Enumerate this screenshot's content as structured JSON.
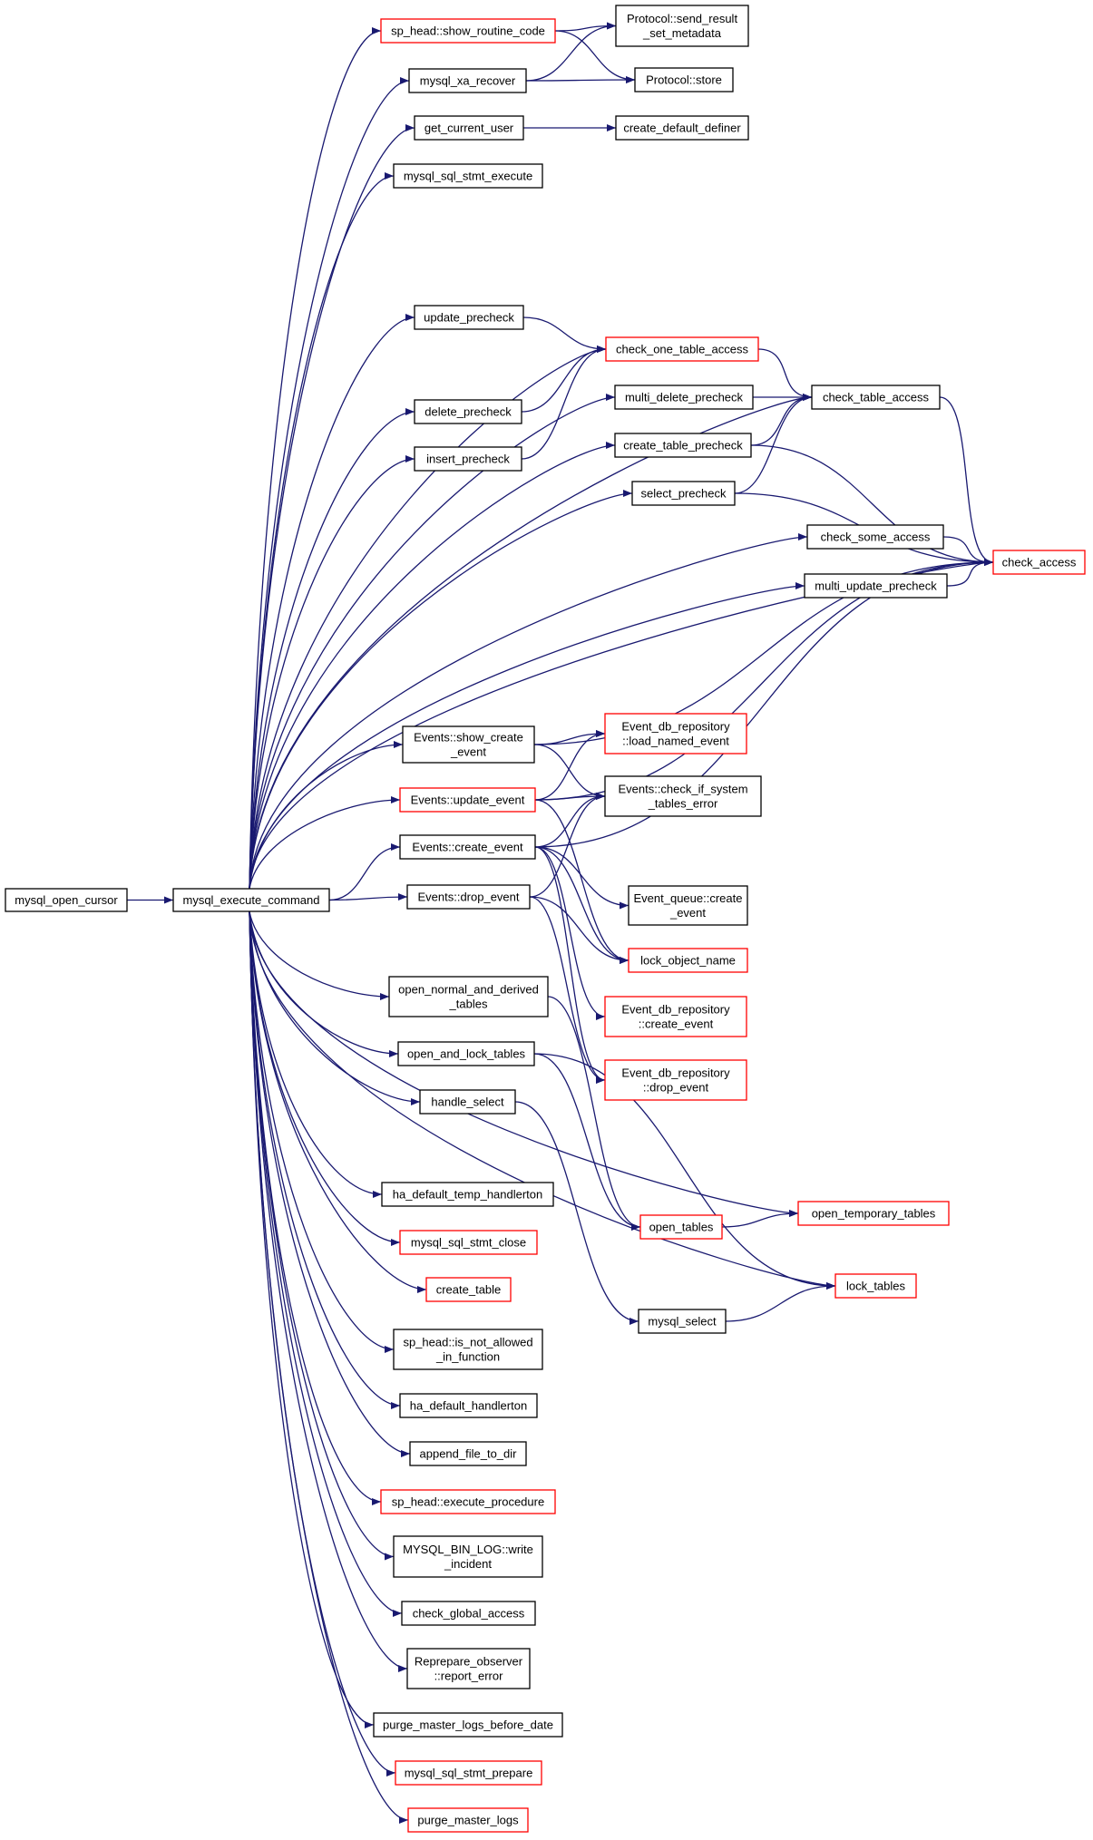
{
  "colors": {
    "edge": "#191970",
    "border_default": "#000000",
    "border_truncated": "#ff0000",
    "root_fill": "#bfbfbf",
    "node_fill": "#ffffff"
  },
  "nodes": [
    {
      "id": "mysql_open_cursor",
      "lines": [
        "mysql_open_cursor"
      ],
      "border": "black",
      "root": true
    },
    {
      "id": "mysql_execute_command",
      "lines": [
        "mysql_execute_command"
      ],
      "border": "black"
    },
    {
      "id": "sp_head_show_routine_code",
      "lines": [
        "sp_head::show_routine_code"
      ],
      "border": "red"
    },
    {
      "id": "protocol_send_result_set_metadata",
      "lines": [
        "Protocol::send_result",
        "_set_metadata"
      ],
      "border": "black"
    },
    {
      "id": "mysql_xa_recover",
      "lines": [
        "mysql_xa_recover"
      ],
      "border": "black"
    },
    {
      "id": "protocol_store",
      "lines": [
        "Protocol::store"
      ],
      "border": "black"
    },
    {
      "id": "get_current_user",
      "lines": [
        "get_current_user"
      ],
      "border": "black"
    },
    {
      "id": "create_default_definer",
      "lines": [
        "create_default_definer"
      ],
      "border": "black"
    },
    {
      "id": "mysql_sql_stmt_execute",
      "lines": [
        "mysql_sql_stmt_execute"
      ],
      "border": "black"
    },
    {
      "id": "update_precheck",
      "lines": [
        "update_precheck"
      ],
      "border": "black"
    },
    {
      "id": "check_one_table_access",
      "lines": [
        "check_one_table_access"
      ],
      "border": "red"
    },
    {
      "id": "delete_precheck",
      "lines": [
        "delete_precheck"
      ],
      "border": "black"
    },
    {
      "id": "multi_delete_precheck",
      "lines": [
        "multi_delete_precheck"
      ],
      "border": "black"
    },
    {
      "id": "check_table_access",
      "lines": [
        "check_table_access"
      ],
      "border": "black"
    },
    {
      "id": "insert_precheck",
      "lines": [
        "insert_precheck"
      ],
      "border": "black"
    },
    {
      "id": "create_table_precheck",
      "lines": [
        "create_table_precheck"
      ],
      "border": "black"
    },
    {
      "id": "select_precheck",
      "lines": [
        "select_precheck"
      ],
      "border": "black"
    },
    {
      "id": "check_some_access",
      "lines": [
        "check_some_access"
      ],
      "border": "black"
    },
    {
      "id": "check_access",
      "lines": [
        "check_access"
      ],
      "border": "red"
    },
    {
      "id": "multi_update_precheck",
      "lines": [
        "multi_update_precheck"
      ],
      "border": "black"
    },
    {
      "id": "events_show_create_event",
      "lines": [
        "Events::show_create",
        "_event"
      ],
      "border": "black"
    },
    {
      "id": "event_db_repository_load_named_event",
      "lines": [
        "Event_db_repository",
        "::load_named_event"
      ],
      "border": "red"
    },
    {
      "id": "events_update_event",
      "lines": [
        "Events::update_event"
      ],
      "border": "red"
    },
    {
      "id": "events_check_if_system_tables_error",
      "lines": [
        "Events::check_if_system",
        "_tables_error"
      ],
      "border": "black"
    },
    {
      "id": "events_create_event",
      "lines": [
        "Events::create_event"
      ],
      "border": "black"
    },
    {
      "id": "event_queue_create_event",
      "lines": [
        "Event_queue::create",
        "_event"
      ],
      "border": "black"
    },
    {
      "id": "events_drop_event",
      "lines": [
        "Events::drop_event"
      ],
      "border": "black"
    },
    {
      "id": "lock_object_name",
      "lines": [
        "lock_object_name"
      ],
      "border": "red"
    },
    {
      "id": "open_normal_and_derived_tables",
      "lines": [
        "open_normal_and_derived",
        "_tables"
      ],
      "border": "black"
    },
    {
      "id": "event_db_repository_create_event",
      "lines": [
        "Event_db_repository",
        "::create_event"
      ],
      "border": "red"
    },
    {
      "id": "open_and_lock_tables",
      "lines": [
        "open_and_lock_tables"
      ],
      "border": "black"
    },
    {
      "id": "event_db_repository_drop_event",
      "lines": [
        "Event_db_repository",
        "::drop_event"
      ],
      "border": "red"
    },
    {
      "id": "handle_select",
      "lines": [
        "handle_select"
      ],
      "border": "black"
    },
    {
      "id": "ha_default_temp_handlerton",
      "lines": [
        "ha_default_temp_handlerton"
      ],
      "border": "black"
    },
    {
      "id": "open_temporary_tables",
      "lines": [
        "open_temporary_tables"
      ],
      "border": "red"
    },
    {
      "id": "open_tables",
      "lines": [
        "open_tables"
      ],
      "border": "red"
    },
    {
      "id": "mysql_sql_stmt_close",
      "lines": [
        "mysql_sql_stmt_close"
      ],
      "border": "red"
    },
    {
      "id": "lock_tables",
      "lines": [
        "lock_tables"
      ],
      "border": "red"
    },
    {
      "id": "create_table",
      "lines": [
        "create_table"
      ],
      "border": "red"
    },
    {
      "id": "mysql_select",
      "lines": [
        "mysql_select"
      ],
      "border": "black"
    },
    {
      "id": "sp_head_is_not_allowed_in_function",
      "lines": [
        "sp_head::is_not_allowed",
        "_in_function"
      ],
      "border": "black"
    },
    {
      "id": "ha_default_handlerton",
      "lines": [
        "ha_default_handlerton"
      ],
      "border": "black"
    },
    {
      "id": "append_file_to_dir",
      "lines": [
        "append_file_to_dir"
      ],
      "border": "black"
    },
    {
      "id": "sp_head_execute_procedure",
      "lines": [
        "sp_head::execute_procedure"
      ],
      "border": "red"
    },
    {
      "id": "mysql_bin_log_write_incident",
      "lines": [
        "MYSQL_BIN_LOG::write",
        "_incident"
      ],
      "border": "black"
    },
    {
      "id": "check_global_access",
      "lines": [
        "check_global_access"
      ],
      "border": "black"
    },
    {
      "id": "reprepare_observer_report_error",
      "lines": [
        "Reprepare_observer",
        "::report_error"
      ],
      "border": "black"
    },
    {
      "id": "purge_master_logs_before_date",
      "lines": [
        "purge_master_logs_before_date"
      ],
      "border": "black"
    },
    {
      "id": "mysql_sql_stmt_prepare",
      "lines": [
        "mysql_sql_stmt_prepare"
      ],
      "border": "red"
    },
    {
      "id": "purge_master_logs",
      "lines": [
        "purge_master_logs"
      ],
      "border": "red"
    }
  ],
  "edges": [
    [
      "mysql_open_cursor",
      "mysql_execute_command"
    ],
    [
      "mysql_execute_command",
      "sp_head_show_routine_code"
    ],
    [
      "mysql_execute_command",
      "mysql_xa_recover"
    ],
    [
      "mysql_execute_command",
      "get_current_user"
    ],
    [
      "mysql_execute_command",
      "mysql_sql_stmt_execute"
    ],
    [
      "mysql_execute_command",
      "check_table_access"
    ],
    [
      "mysql_execute_command",
      "check_access"
    ],
    [
      "mysql_execute_command",
      "update_precheck"
    ],
    [
      "mysql_execute_command",
      "check_one_table_access"
    ],
    [
      "mysql_execute_command",
      "delete_precheck"
    ],
    [
      "mysql_execute_command",
      "multi_delete_precheck"
    ],
    [
      "mysql_execute_command",
      "insert_precheck"
    ],
    [
      "mysql_execute_command",
      "create_table_precheck"
    ],
    [
      "mysql_execute_command",
      "select_precheck"
    ],
    [
      "mysql_execute_command",
      "check_some_access"
    ],
    [
      "mysql_execute_command",
      "multi_update_precheck"
    ],
    [
      "mysql_execute_command",
      "events_show_create_event"
    ],
    [
      "mysql_execute_command",
      "events_update_event"
    ],
    [
      "mysql_execute_command",
      "events_create_event"
    ],
    [
      "mysql_execute_command",
      "events_drop_event"
    ],
    [
      "mysql_execute_command",
      "open_normal_and_derived_tables"
    ],
    [
      "mysql_execute_command",
      "open_and_lock_tables"
    ],
    [
      "mysql_execute_command",
      "handle_select"
    ],
    [
      "mysql_execute_command",
      "ha_default_temp_handlerton"
    ],
    [
      "mysql_execute_command",
      "open_temporary_tables"
    ],
    [
      "mysql_execute_command",
      "mysql_sql_stmt_close"
    ],
    [
      "mysql_execute_command",
      "lock_tables"
    ],
    [
      "mysql_execute_command",
      "create_table"
    ],
    [
      "mysql_execute_command",
      "sp_head_is_not_allowed_in_function"
    ],
    [
      "mysql_execute_command",
      "ha_default_handlerton"
    ],
    [
      "mysql_execute_command",
      "append_file_to_dir"
    ],
    [
      "mysql_execute_command",
      "sp_head_execute_procedure"
    ],
    [
      "mysql_execute_command",
      "mysql_bin_log_write_incident"
    ],
    [
      "mysql_execute_command",
      "check_global_access"
    ],
    [
      "mysql_execute_command",
      "reprepare_observer_report_error"
    ],
    [
      "mysql_execute_command",
      "purge_master_logs_before_date"
    ],
    [
      "mysql_execute_command",
      "mysql_sql_stmt_prepare"
    ],
    [
      "mysql_execute_command",
      "purge_master_logs"
    ],
    [
      "sp_head_show_routine_code",
      "protocol_send_result_set_metadata"
    ],
    [
      "sp_head_show_routine_code",
      "protocol_store"
    ],
    [
      "mysql_xa_recover",
      "protocol_send_result_set_metadata"
    ],
    [
      "mysql_xa_recover",
      "protocol_store"
    ],
    [
      "get_current_user",
      "create_default_definer"
    ],
    [
      "update_precheck",
      "check_one_table_access"
    ],
    [
      "delete_precheck",
      "check_one_table_access"
    ],
    [
      "insert_precheck",
      "check_one_table_access"
    ],
    [
      "check_one_table_access",
      "check_table_access"
    ],
    [
      "multi_delete_precheck",
      "check_table_access"
    ],
    [
      "create_table_precheck",
      "check_table_access"
    ],
    [
      "create_table_precheck",
      "check_access"
    ],
    [
      "select_precheck",
      "check_table_access"
    ],
    [
      "select_precheck",
      "check_access"
    ],
    [
      "check_table_access",
      "check_access"
    ],
    [
      "check_some_access",
      "check_access"
    ],
    [
      "multi_update_precheck",
      "check_access"
    ],
    [
      "events_show_create_event",
      "check_access"
    ],
    [
      "events_show_create_event",
      "event_db_repository_load_named_event"
    ],
    [
      "events_show_create_event",
      "events_check_if_system_tables_error"
    ],
    [
      "events_update_event",
      "check_access"
    ],
    [
      "events_update_event",
      "event_db_repository_load_named_event"
    ],
    [
      "events_update_event",
      "events_check_if_system_tables_error"
    ],
    [
      "events_update_event",
      "lock_object_name"
    ],
    [
      "events_create_event",
      "check_access"
    ],
    [
      "events_create_event",
      "events_check_if_system_tables_error"
    ],
    [
      "events_create_event",
      "event_queue_create_event"
    ],
    [
      "events_create_event",
      "lock_object_name"
    ],
    [
      "events_create_event",
      "event_db_repository_create_event"
    ],
    [
      "events_create_event",
      "event_db_repository_drop_event"
    ],
    [
      "events_drop_event",
      "events_check_if_system_tables_error"
    ],
    [
      "events_drop_event",
      "lock_object_name"
    ],
    [
      "events_drop_event",
      "event_db_repository_drop_event"
    ],
    [
      "open_normal_and_derived_tables",
      "open_tables"
    ],
    [
      "open_and_lock_tables",
      "open_tables"
    ],
    [
      "open_and_lock_tables",
      "lock_tables"
    ],
    [
      "handle_select",
      "mysql_select"
    ],
    [
      "open_tables",
      "open_temporary_tables"
    ],
    [
      "mysql_select",
      "lock_tables"
    ]
  ]
}
